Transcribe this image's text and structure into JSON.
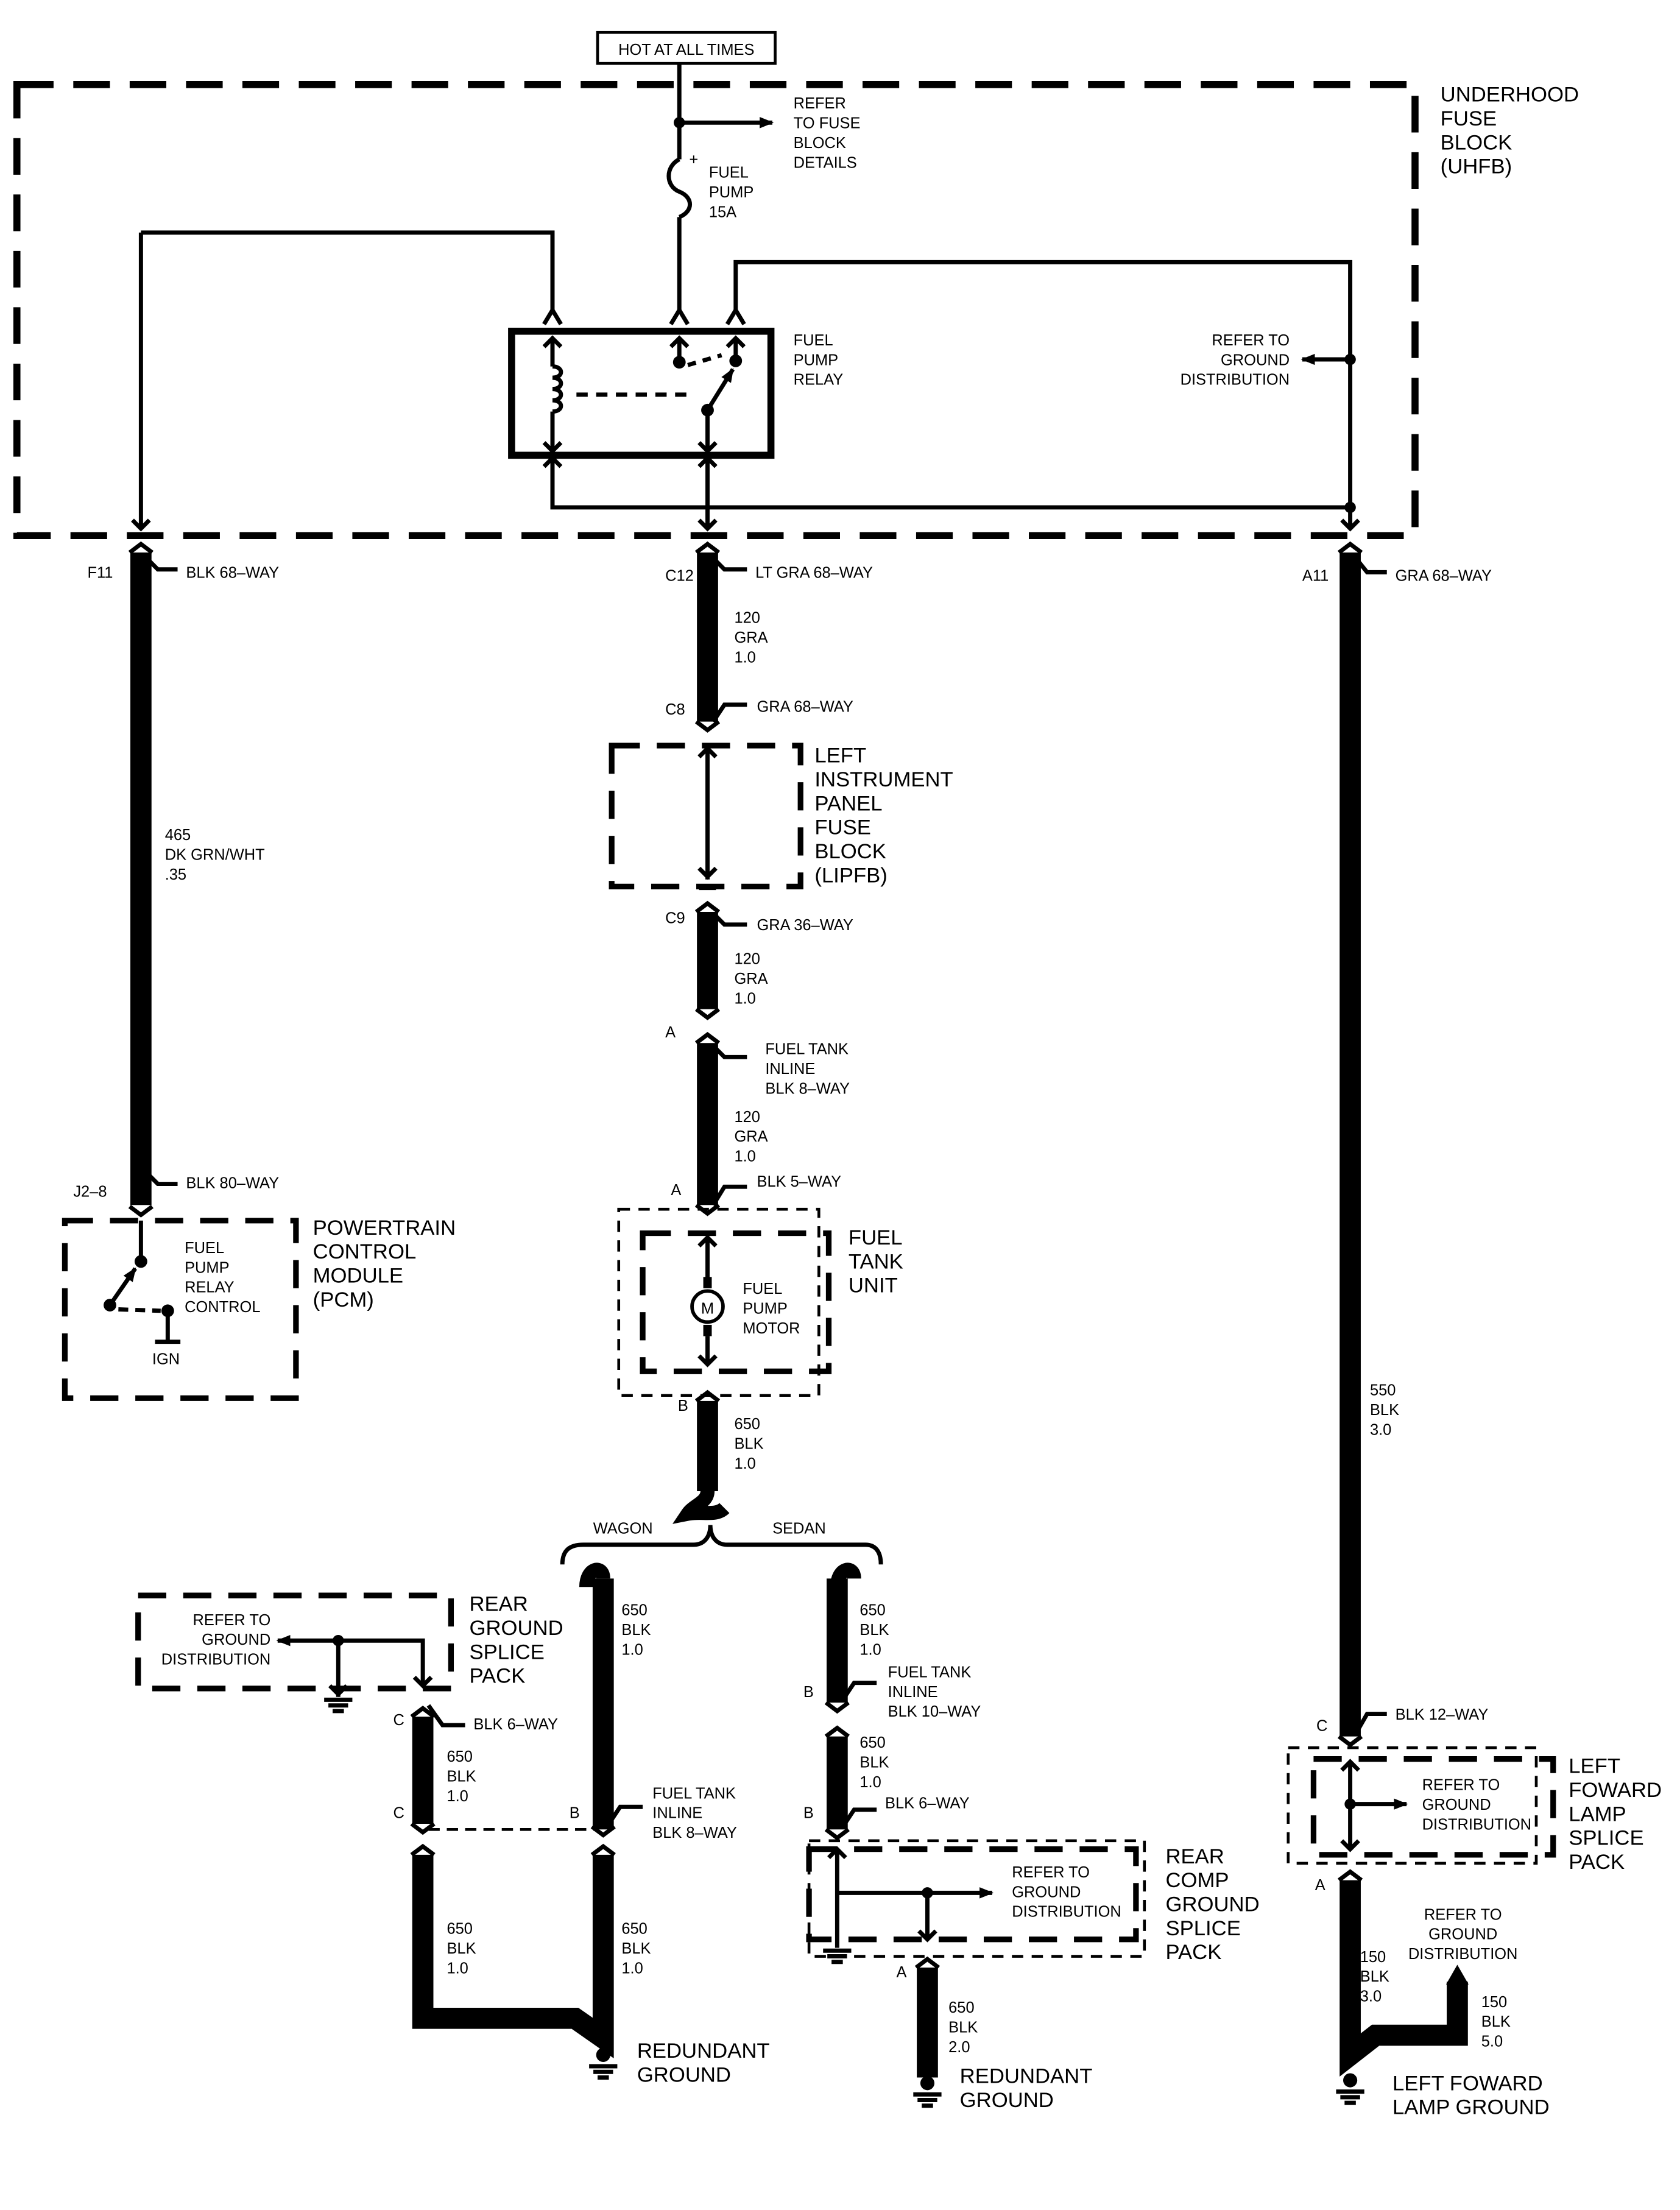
{
  "hot_label": "HOT AT ALL TIMES",
  "uhfb": {
    "l1": "UNDERHOOD",
    "l2": "FUSE",
    "l3": "BLOCK",
    "l4": "(UHFB)"
  },
  "refer_fuse": {
    "l1": "REFER",
    "l2": "TO FUSE",
    "l3": "BLOCK",
    "l4": "DETAILS"
  },
  "fuse": {
    "l1": "FUEL",
    "l2": "PUMP",
    "l3": "15A"
  },
  "relay": {
    "l1": "FUEL",
    "l2": "PUMP",
    "l3": "RELAY"
  },
  "refer_gnd_top": {
    "l1": "REFER TO",
    "l2": "GROUND",
    "l3": "DISTRIBUTION"
  },
  "conn_f11": {
    "pin": "F11",
    "name": "BLK 68–WAY"
  },
  "conn_c12": {
    "pin": "C12",
    "name": "LT GRA 68–WAY"
  },
  "conn_a11": {
    "pin": "A11",
    "name": "GRA 68–WAY"
  },
  "wire_120a": {
    "l1": "120",
    "l2": "GRA",
    "l3": "1.0"
  },
  "conn_c8": {
    "pin": "C8",
    "name": "GRA 68–WAY"
  },
  "lipfb": {
    "l1": "LEFT",
    "l2": "INSTRUMENT",
    "l3": "PANEL",
    "l4": "FUSE",
    "l5": "BLOCK",
    "l6": "(LIPFB)"
  },
  "conn_c9": {
    "pin": "C9",
    "name": "GRA 36–WAY"
  },
  "wire_120b": {
    "l1": "120",
    "l2": "GRA",
    "l3": "1.0"
  },
  "conn_inline8": {
    "pin": "A",
    "l1": "FUEL TANK",
    "l2": "INLINE",
    "l3": "BLK 8–WAY"
  },
  "wire_120c": {
    "l1": "120",
    "l2": "GRA",
    "l3": "1.0"
  },
  "conn_blk5": {
    "pin": "A",
    "name": "BLK 5–WAY"
  },
  "wire_465": {
    "l1": "465",
    "l2": "DK GRN/WHT",
    "l3": ".35"
  },
  "conn_j28": {
    "pin": "J2–8",
    "name": "BLK 80–WAY"
  },
  "pcm": {
    "l1": "POWERTRAIN",
    "l2": "CONTROL",
    "l3": "MODULE",
    "l4": "(PCM)"
  },
  "pcm_inner": {
    "l1": "FUEL",
    "l2": "PUMP",
    "l3": "RELAY",
    "l4": "CONTROL",
    "ign": "IGN"
  },
  "ftu": {
    "l1": "FUEL",
    "l2": "TANK",
    "l3": "UNIT"
  },
  "motor": {
    "m": "M",
    "l1": "FUEL",
    "l2": "PUMP",
    "l3": "MOTOR"
  },
  "pin_b": "B",
  "wire_650a": {
    "l1": "650",
    "l2": "BLK",
    "l3": "1.0"
  },
  "wire_550": {
    "l1": "550",
    "l2": "BLK",
    "l3": "3.0"
  },
  "wagon": "WAGON",
  "sedan": "SEDAN",
  "rgsp": {
    "l1": "REAR",
    "l2": "GROUND",
    "l3": "SPLICE",
    "l4": "PACK"
  },
  "refer_gnd_rgsp": {
    "l1": "REFER TO",
    "l2": "GROUND",
    "l3": "DISTRIBUTION"
  },
  "wire_650b": {
    "l1": "650",
    "l2": "BLK",
    "l3": "1.0"
  },
  "wire_650c": {
    "l1": "650",
    "l2": "BLK",
    "l3": "1.0"
  },
  "conn_inline10": {
    "pin": "B",
    "l1": "FUEL TANK",
    "l2": "INLINE",
    "l3": "BLK 10–WAY"
  },
  "conn_blk6a": {
    "pin": "C",
    "name": "BLK 6–WAY"
  },
  "wire_650d": {
    "l1": "650",
    "l2": "BLK",
    "l3": "1.0"
  },
  "pin_c2": "C",
  "conn_inline8b": {
    "pin": "B",
    "l1": "FUEL TANK",
    "l2": "INLINE",
    "l3": "BLK 8–WAY"
  },
  "wire_650e": {
    "l1": "650",
    "l2": "BLK",
    "l3": "1.0"
  },
  "conn_blk6b": {
    "pin": "B",
    "name": "BLK 6–WAY"
  },
  "wire_650f": {
    "l1": "650",
    "l2": "BLK",
    "l3": "1.0"
  },
  "wire_650g": {
    "l1": "650",
    "l2": "BLK",
    "l3": "1.0"
  },
  "redundant_gnd1": {
    "l1": "REDUNDANT",
    "l2": "GROUND"
  },
  "rcgsp": {
    "l1": "REAR",
    "l2": "COMP",
    "l3": "GROUND",
    "l4": "SPLICE",
    "l5": "PACK"
  },
  "refer_gnd_rcgsp": {
    "l1": "REFER TO",
    "l2": "GROUND",
    "l3": "DISTRIBUTION"
  },
  "pin_a_rc": "A",
  "wire_650h": {
    "l1": "650",
    "l2": "BLK",
    "l3": "2.0"
  },
  "redundant_gnd2": {
    "l1": "REDUNDANT",
    "l2": "GROUND"
  },
  "conn_blk12": {
    "pin": "C",
    "name": "BLK 12–WAY"
  },
  "lflsp": {
    "l1": "LEFT",
    "l2": "FOWARD",
    "l3": "LAMP",
    "l4": "SPLICE",
    "l5": "PACK"
  },
  "refer_gnd_lflsp": {
    "l1": "REFER TO",
    "l2": "GROUND",
    "l3": "DISTRIBUTION"
  },
  "pin_a_lf": "A",
  "refer_gnd_lf2": {
    "l1": "REFER TO",
    "l2": "GROUND",
    "l3": "DISTRIBUTION"
  },
  "wire_150a": {
    "l1": "150",
    "l2": "BLK",
    "l3": "3.0"
  },
  "wire_150b": {
    "l1": "150",
    "l2": "BLK",
    "l3": "5.0"
  },
  "lf_gnd": {
    "l1": "LEFT FOWARD",
    "l2": "LAMP GROUND"
  }
}
